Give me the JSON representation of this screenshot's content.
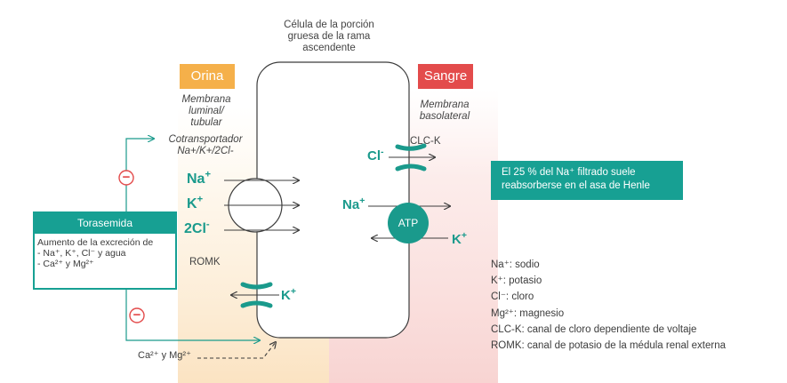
{
  "cell": {
    "title_lines": [
      "Célula de la porción",
      "gruesa de la rama",
      "ascendente"
    ]
  },
  "orina": {
    "label": "Orina",
    "membrane_lines": [
      "Membrana",
      "luminal/",
      "tubular"
    ]
  },
  "sangre": {
    "label": "Sangre",
    "membrane_lines": [
      "Membrana",
      "basolateral"
    ]
  },
  "cotransporter": {
    "lines": [
      "Cotransportador",
      "Na+/K+/2Cl-"
    ]
  },
  "ions": {
    "na_left": "Na",
    "k_left": "K",
    "cl2_left": "2Cl",
    "plus": "+",
    "minus": "-",
    "cl_right": "Cl",
    "na_right": "Na",
    "k_right": "K",
    "k_romk": "K"
  },
  "channels": {
    "clc": "CLC-K",
    "romk": "ROMK",
    "atp": "ATP"
  },
  "torasemida": {
    "title": "Torasemida",
    "line1": "Aumento de la excreción de",
    "line2": "- Na⁺, K⁺, Cl⁻ y agua",
    "line3": "- Ca²⁺ y Mg²⁺"
  },
  "inhibit_symbol": "−",
  "ca_mg": "Ca²⁺ y Mg²⁺",
  "note": {
    "line1": "El 25 % del Na⁺ filtrado suele",
    "line2": "reabsorberse en el asa de Henle"
  },
  "legend": [
    "Na⁺: sodio",
    "K⁺: potasio",
    "Cl⁻: cloro",
    "Mg²⁺: magnesio",
    "CLC-K: canal de cloro dependiente de voltaje",
    "ROMK: canal de potasio de la médula renal externa"
  ],
  "colors": {
    "teal": "#1a9a8c",
    "orange": "#f5b04a",
    "red": "#e34b4b",
    "inhibit": "#e34b4b"
  }
}
